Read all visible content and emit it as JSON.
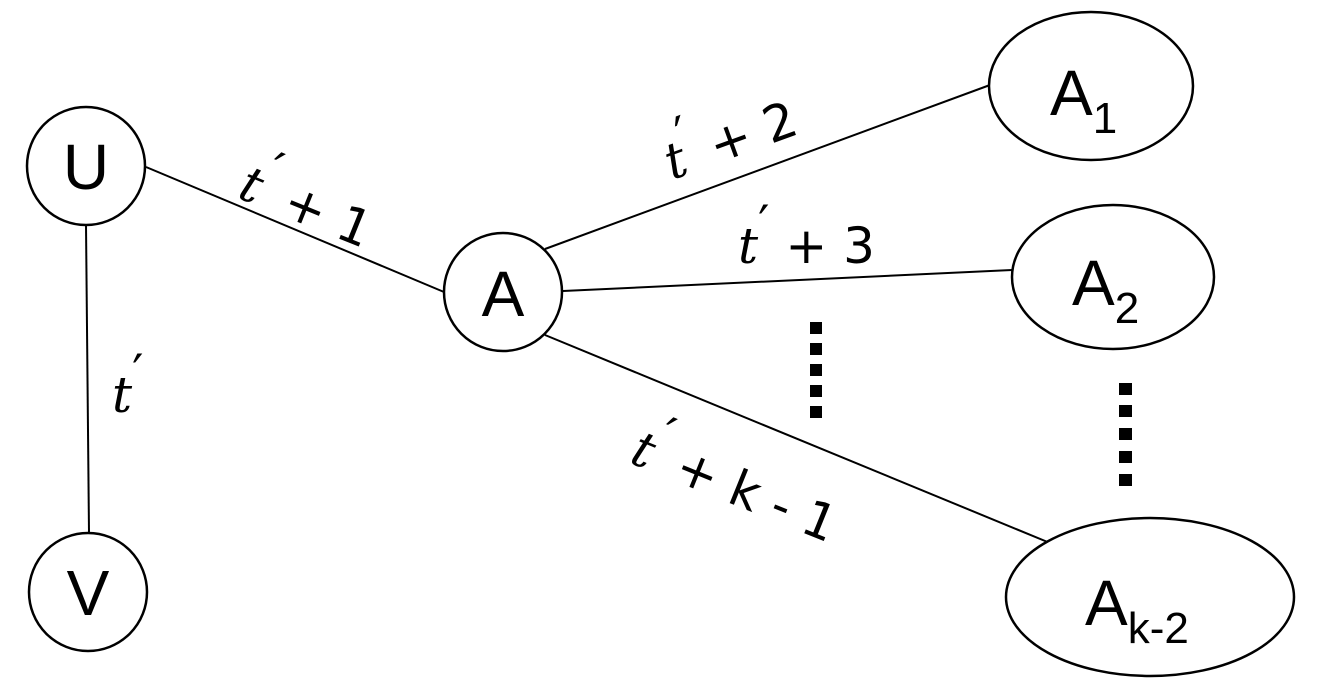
{
  "nodes": {
    "u": {
      "label": "U"
    },
    "v": {
      "label": "V"
    },
    "a": {
      "label": "A"
    },
    "a1": {
      "label": "A",
      "sub": "1"
    },
    "a2": {
      "label": "A",
      "sub": "2"
    },
    "ak2": {
      "label": "A",
      "sub": "k-2"
    }
  },
  "edges": {
    "u_v": {
      "var": "t",
      "prime": "′",
      "rest": ""
    },
    "u_a": {
      "var": "t",
      "prime": "′",
      "rest": " + 1"
    },
    "a_a1": {
      "var": "t",
      "prime": "′",
      "rest": " + 2"
    },
    "a_a2": {
      "var": "t",
      "prime": "′",
      "rest": " + 3"
    },
    "a_ak2": {
      "var": "t",
      "prime": "′",
      "rest": " + k - 1"
    }
  }
}
